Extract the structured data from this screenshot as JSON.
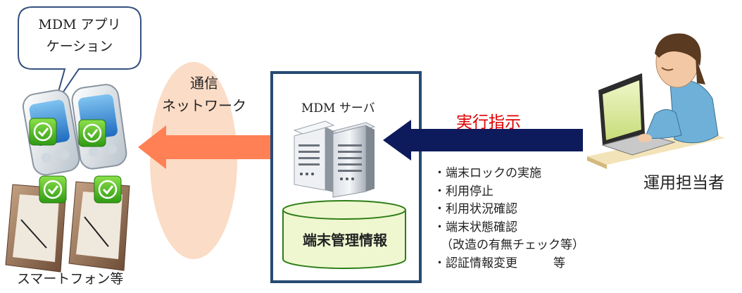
{
  "bubble": {
    "line1": "MDM アプリ",
    "line2": "ケーション"
  },
  "network": {
    "line1": "通信",
    "line2": "ネットワーク"
  },
  "server": {
    "label": "MDM サーバ"
  },
  "database": {
    "label": "端末管理情報"
  },
  "command": {
    "label": "実行指示"
  },
  "operator": {
    "label": "運用担当者"
  },
  "devices": {
    "label": "スマートフォン等"
  },
  "operations": [
    "・端末ロックの実施",
    "・利用停止",
    "・利用状況確認",
    "・端末状態確認",
    "（改造の有無チェック等）",
    "・認証情報変更　　　等"
  ],
  "colors": {
    "command_arrow": "#0d1a5c",
    "network_arrow": "#ff8055",
    "network_cloud": "#fbdcc6",
    "server_frame": "#274a73",
    "database_fill": "#eef7d0",
    "database_stroke": "#2e7d16",
    "bubble_stroke": "#35517f",
    "command_text": "#e00000"
  },
  "icons": [
    "smartphone-icon",
    "checkmark-icon",
    "server-rack-icon",
    "operator-at-laptop-icon"
  ]
}
